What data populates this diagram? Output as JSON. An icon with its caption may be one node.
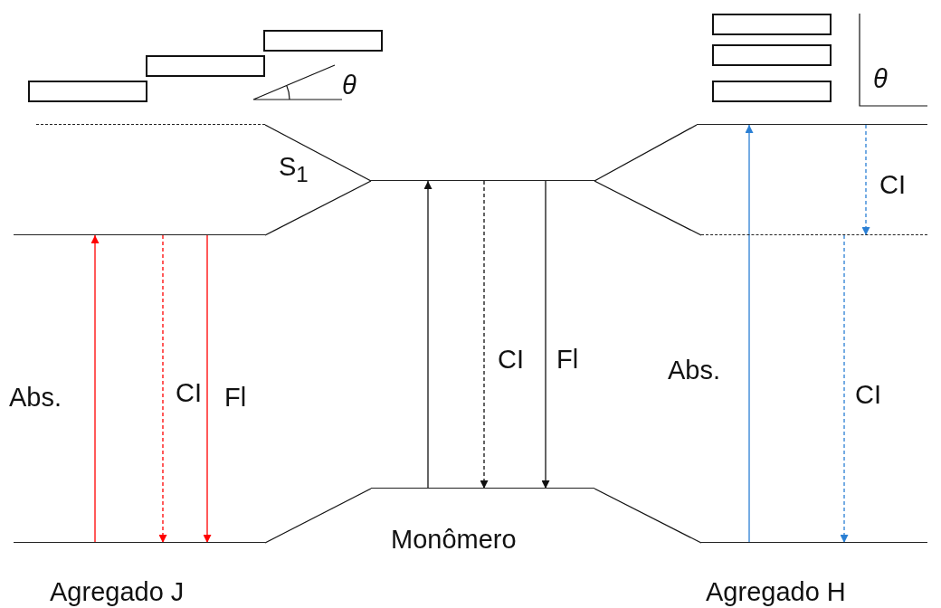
{
  "diagram": {
    "nodes": [
      {
        "text": [],
        "shape": "line"
      },
      {
        "text": [],
        "shape": "line"
      },
      {
        "text": [],
        "shape": "line"
      },
      {
        "text": [],
        "shape": "line"
      },
      {
        "text": [],
        "shape": "line"
      },
      {
        "text": [],
        "shape": "line"
      },
      {
        "text": [],
        "shape": "line"
      },
      {
        "text": [],
        "shape": "line"
      }
    ],
    "edges": [
      {
        "from": 0,
        "to": 1,
        "arrow": "to",
        "label": "Abs.",
        "color": "#ff0000"
      },
      {
        "from": 1,
        "to": 0,
        "arrow": "to",
        "label": "CI",
        "style": "dashed",
        "color": "#ff0000"
      },
      {
        "from": 1,
        "to": 0,
        "arrow": "to",
        "label": "Fl",
        "color": "#ff0000"
      },
      {
        "from": 4,
        "to": 3,
        "arrow": "to"
      },
      {
        "from": 3,
        "to": 4,
        "arrow": "to",
        "label": "CI",
        "style": "dashed"
      },
      {
        "from": 3,
        "to": 4,
        "arrow": "to",
        "label": "Fl"
      },
      {
        "from": 7,
        "to": 5,
        "arrow": "to",
        "label": "Abs.",
        "color": "#2a7fd4"
      },
      {
        "from": 5,
        "to": 6,
        "arrow": "to",
        "label": "CI",
        "style": "dashed",
        "color": "#2a7fd4"
      },
      {
        "from": 6,
        "to": 7,
        "arrow": "to",
        "label": "CI",
        "style": "dashed",
        "color": "#2a7fd4"
      },
      {
        "from": 2,
        "to": 3,
        "arrow": "none"
      },
      {
        "from": 1,
        "to": 3,
        "arrow": "none"
      },
      {
        "from": 3,
        "to": 5,
        "arrow": "none"
      },
      {
        "from": 3,
        "to": 6,
        "arrow": "none"
      },
      {
        "from": 0,
        "to": 4,
        "arrow": "none"
      },
      {
        "from": 4,
        "to": 7,
        "arrow": "none"
      }
    ],
    "labels": [
      "θ",
      "θ",
      "S$_{1}$",
      "Monômero",
      "Agregado J",
      "Agregado H"
    ]
  }
}
